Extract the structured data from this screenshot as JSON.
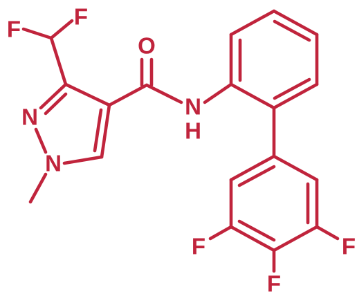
{
  "colors": {
    "structure": "#c0243c",
    "background": "#ffffff"
  },
  "atoms": {
    "f1": "F",
    "f2": "F",
    "o": "O",
    "n_amide": "N",
    "h_amide": "H",
    "n2": "N",
    "n1": "N",
    "f_left": "F",
    "f_right": "F",
    "f_bottom": "F"
  }
}
